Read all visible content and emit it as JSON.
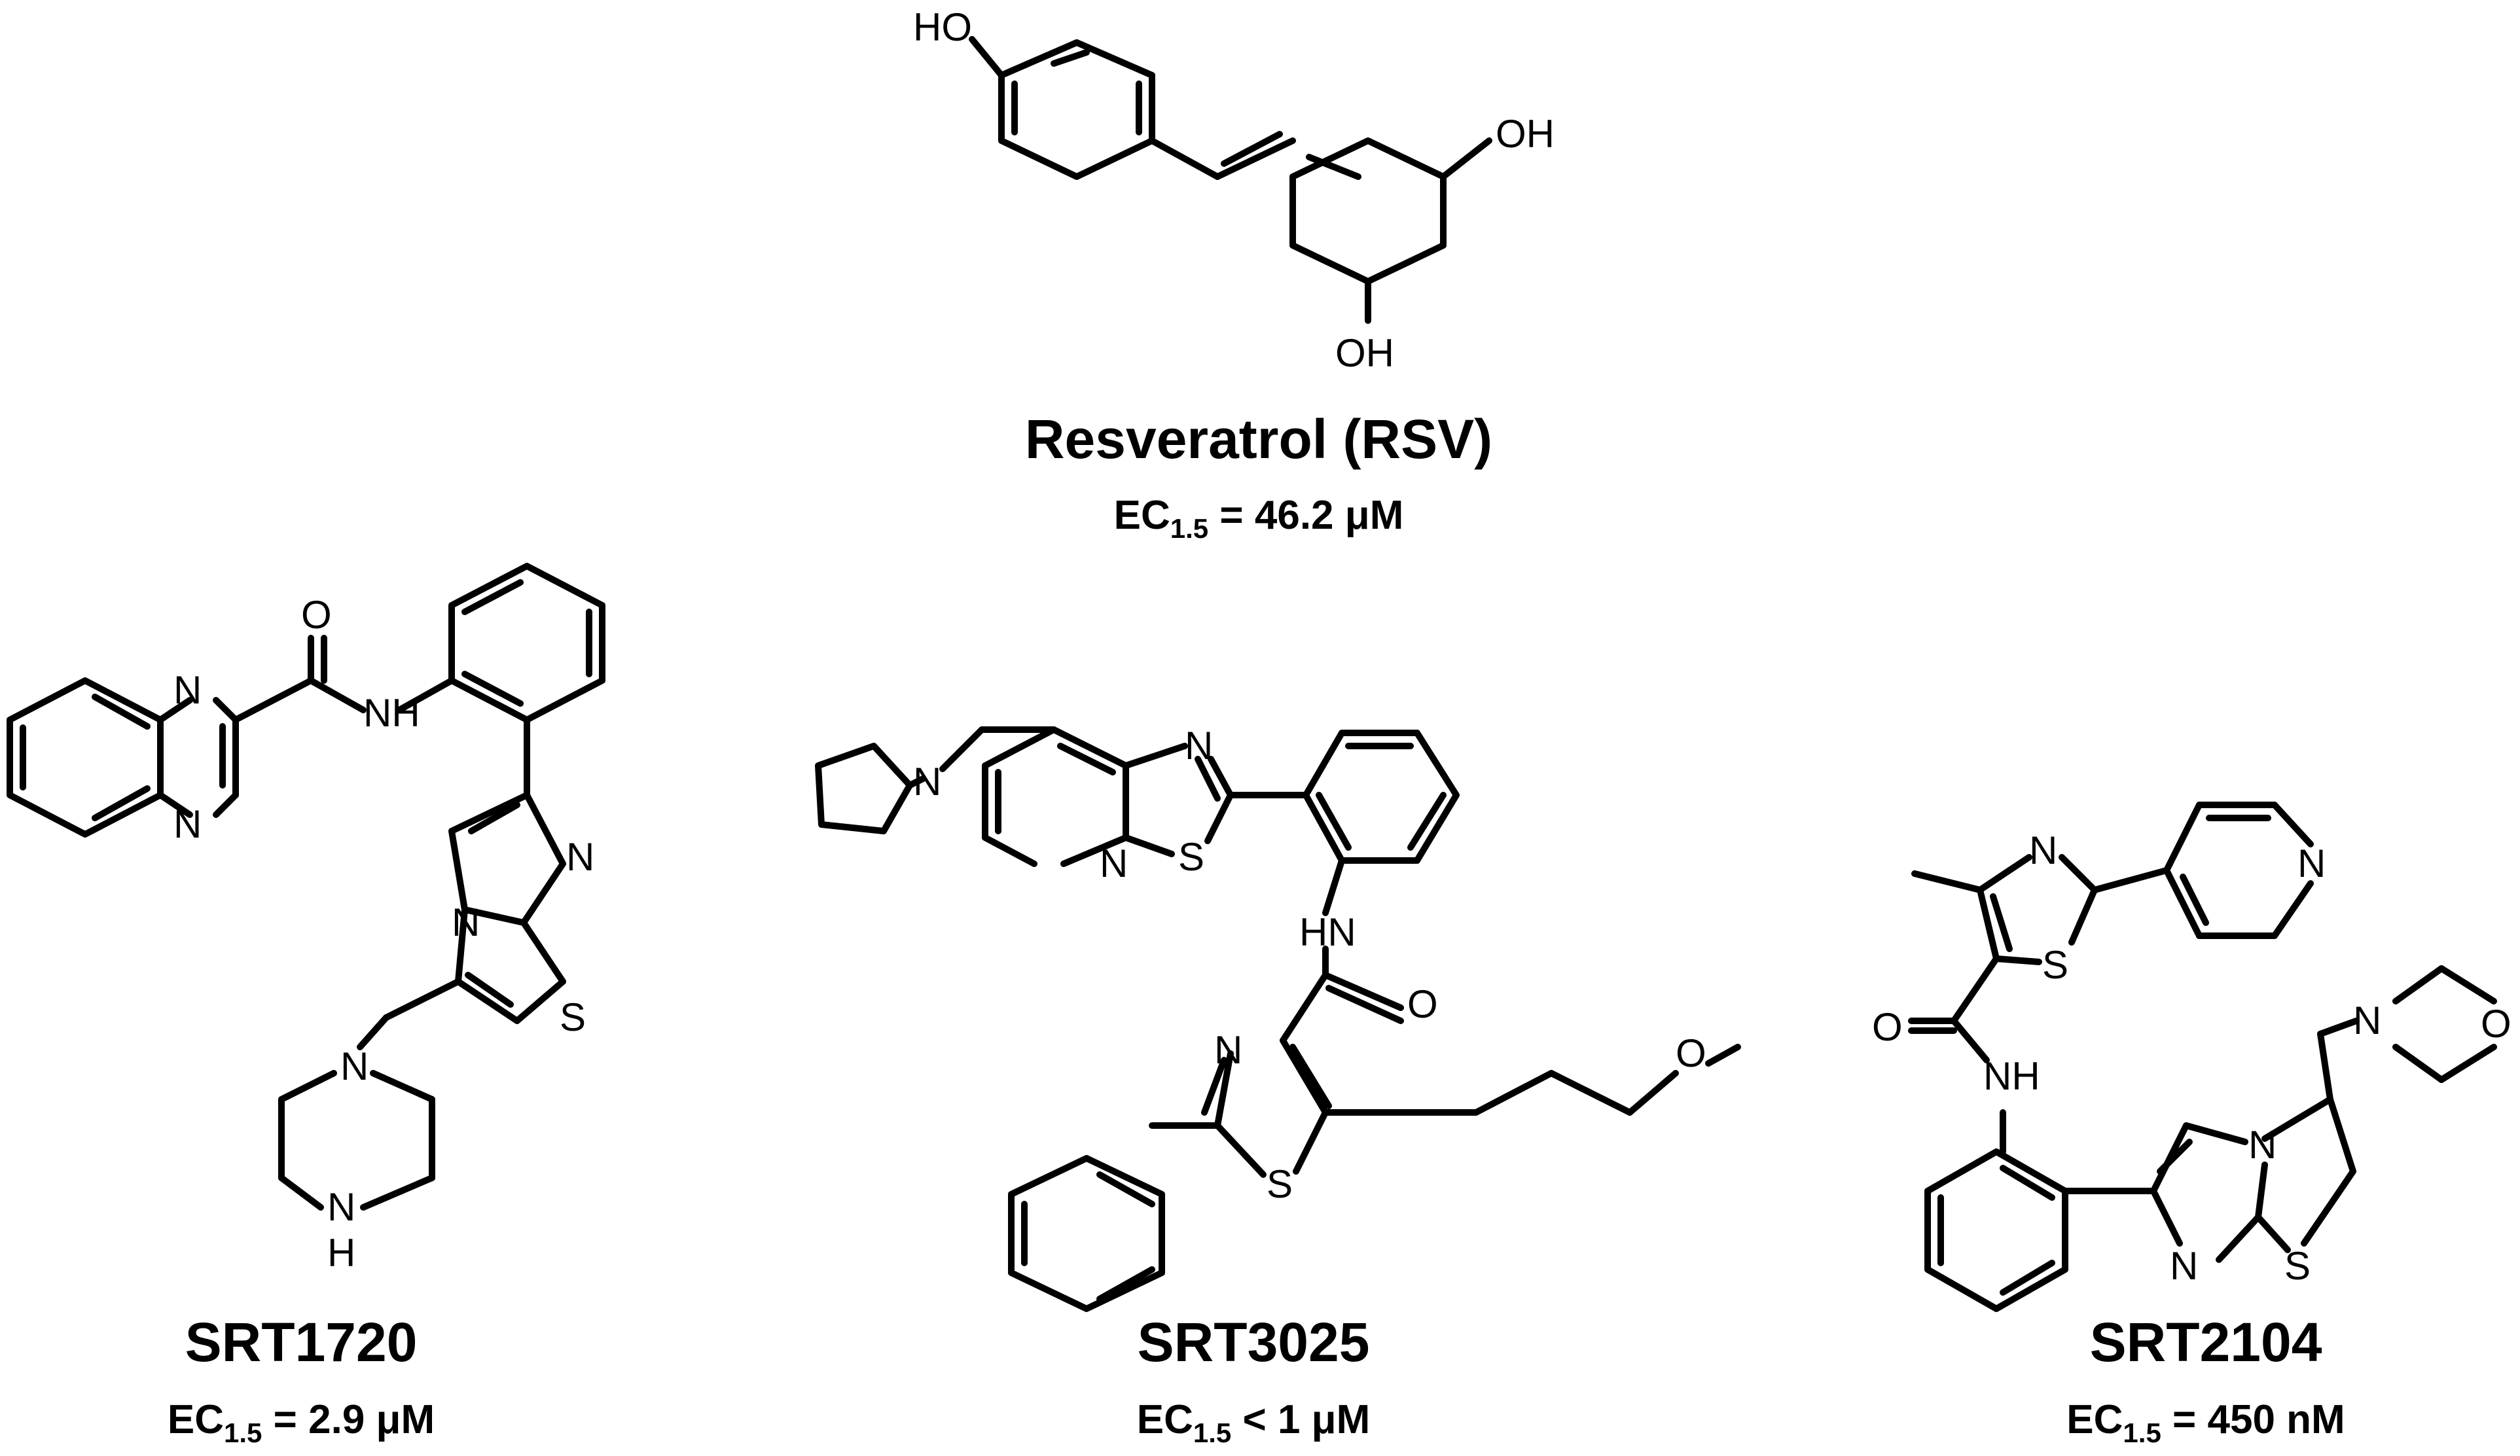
{
  "compounds": [
    {
      "id": "rsv",
      "name": "Resveratrol (RSV)",
      "ec_prefix": "EC",
      "ec_subscript": "1.5",
      "ec_relation": "=",
      "ec_value": "46.2 μM",
      "atoms": {
        "ho_top": "HO",
        "oh_right": "OH",
        "oh_bottom": "OH"
      }
    },
    {
      "id": "srt1720",
      "name": "SRT1720",
      "ec_prefix": "EC",
      "ec_subscript": "1.5",
      "ec_relation": "=",
      "ec_value": "2.9 μM",
      "atoms": {
        "n1": "N",
        "n2": "N",
        "o": "O",
        "nh": "NH",
        "n_imid": "N",
        "n_bridge": "N",
        "s": "S",
        "n_pip": "N",
        "nh_pip": "N",
        "h_pip": "H"
      }
    },
    {
      "id": "srt3025",
      "name": "SRT3025",
      "ec_prefix": "EC",
      "ec_subscript": "1.5",
      "ec_relation": "<",
      "ec_value": "1 μM",
      "atoms": {
        "n_pyrr": "N",
        "n_thz": "N",
        "n_pyr": "N",
        "s_thz": "S",
        "hn": "HN",
        "o_amide": "O",
        "n_thz2": "N",
        "s_thz2": "S",
        "o_ether": "O"
      }
    },
    {
      "id": "srt2104",
      "name": "SRT2104",
      "ec_prefix": "EC",
      "ec_subscript": "1.5",
      "ec_relation": "=",
      "ec_value": "450 nM",
      "atoms": {
        "n_thz": "N",
        "s_thz": "S",
        "n_pyr": "N",
        "o_amide": "O",
        "nh": "NH",
        "n_morph": "N",
        "o_morph": "O",
        "n_bridge": "N",
        "n_imid": "N",
        "s_imid": "S"
      }
    }
  ]
}
